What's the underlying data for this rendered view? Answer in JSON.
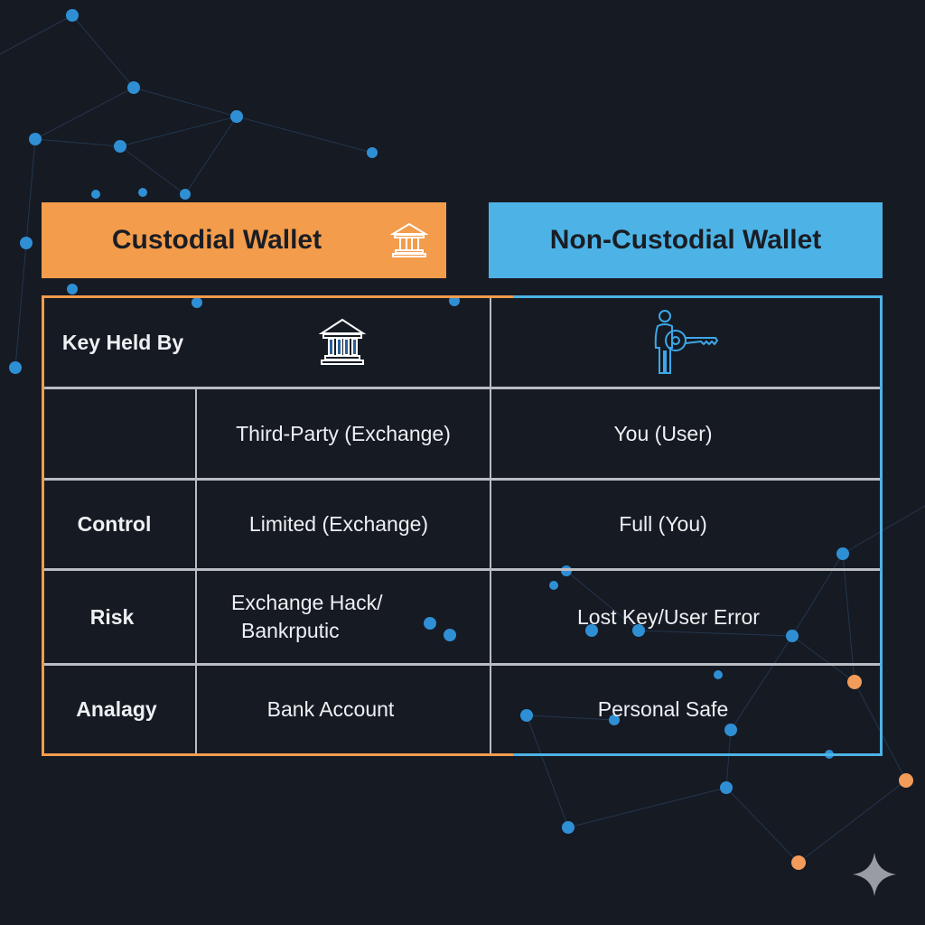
{
  "headers": {
    "custodial": "Custodial Wallet",
    "non_custodial": "Non-Custodial Wallet"
  },
  "icons": {
    "custodial_header": "bank-icon",
    "custodial_key": "bank-icon",
    "non_custodial_key": "person-with-key-icon",
    "corner": "sparkle-icon"
  },
  "rows": [
    {
      "label": "Key Held By",
      "custodial": "",
      "non_custodial": ""
    },
    {
      "label": "",
      "custodial": "Third-Party (Exchange)",
      "non_custodial": "You (User)"
    },
    {
      "label": "Control",
      "custodial": "Limited (Exchange)",
      "non_custodial": "Full (You)"
    },
    {
      "label": "Risk",
      "custodial_line1": "Exchange Hack/",
      "custodial_line2": "Bankrputic",
      "non_custodial": "Lost Key/User Error"
    },
    {
      "label": "Analagy",
      "custodial": "Bank Account",
      "non_custodial": "Personal Safe"
    }
  ],
  "colors": {
    "background": "#161a23",
    "custodial": "#f39c4c",
    "non_custodial": "#4db3e6",
    "grid": "#b9bcc2"
  }
}
